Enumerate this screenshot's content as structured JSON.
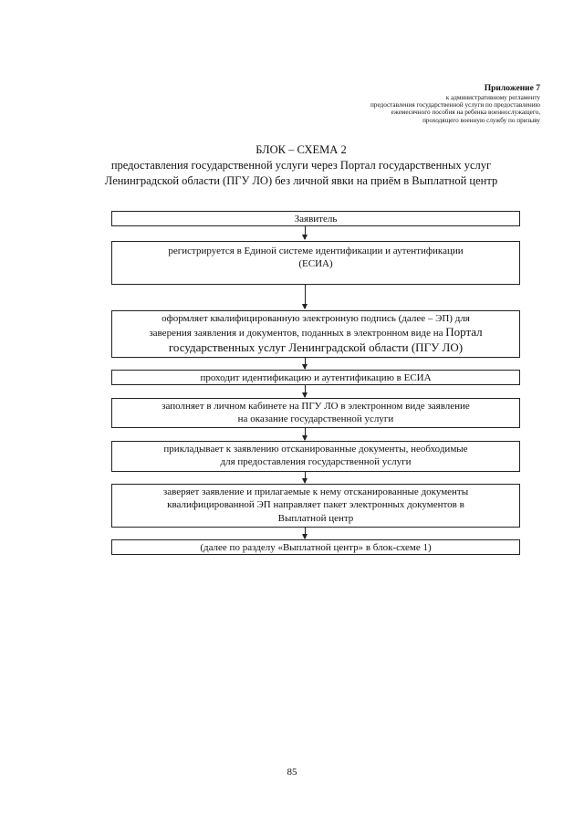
{
  "header": {
    "appendix_title": "Приложение 7",
    "appendix_lines": [
      "к административному регламенту",
      "предоставления государственной услуги по предоставлению",
      "ежемесячного пособия на ребенка военнослужащего,",
      "проходящего военную службу по призыву"
    ]
  },
  "scheme": {
    "title": "БЛОК – СХЕМА 2",
    "subtitle_line1": "предоставления государственной услуги  через Портал государственных услуг",
    "subtitle_line2": "Ленинградской области (ПГУ ЛО)  без личной явки на приём в Выплатной центр"
  },
  "flow": {
    "step1": "Заявитель",
    "step2_line1": "регистрируется в Единой системе идентификации и аутентификации",
    "step2_line2": "(ЕСИА)",
    "step3_line1": "оформляет  квалифицированную электронную подпись (далее – ЭП) для",
    "step3_line2": "заверения заявления и документов, поданных в электронном виде на",
    "step3_big1": "Портал",
    "step3_big2": "государственных услуг Ленинградской области (ПГУ ЛО)",
    "step4": "проходит идентификацию и аутентификацию в ЕСИА",
    "step5_line1": "заполняет в личном кабинете на ПГУ ЛО в электронном виде заявление",
    "step5_line2": "на оказание государственной услуги",
    "step6_line1": "прикладывает  к заявлению отсканированные документы, необходимые",
    "step6_line2": "для предоставления государственной услуги",
    "step7_line1": "заверяет заявление и прилагаемые к нему отсканированные документы",
    "step7_line2": "квалифицированной ЭП направляет пакет электронных документов в",
    "step7_line3": "Выплатной центр",
    "step8": "(далее по разделу «Выплатной центр» в блок-схеме 1)"
  },
  "footer": {
    "page_number": "85"
  }
}
